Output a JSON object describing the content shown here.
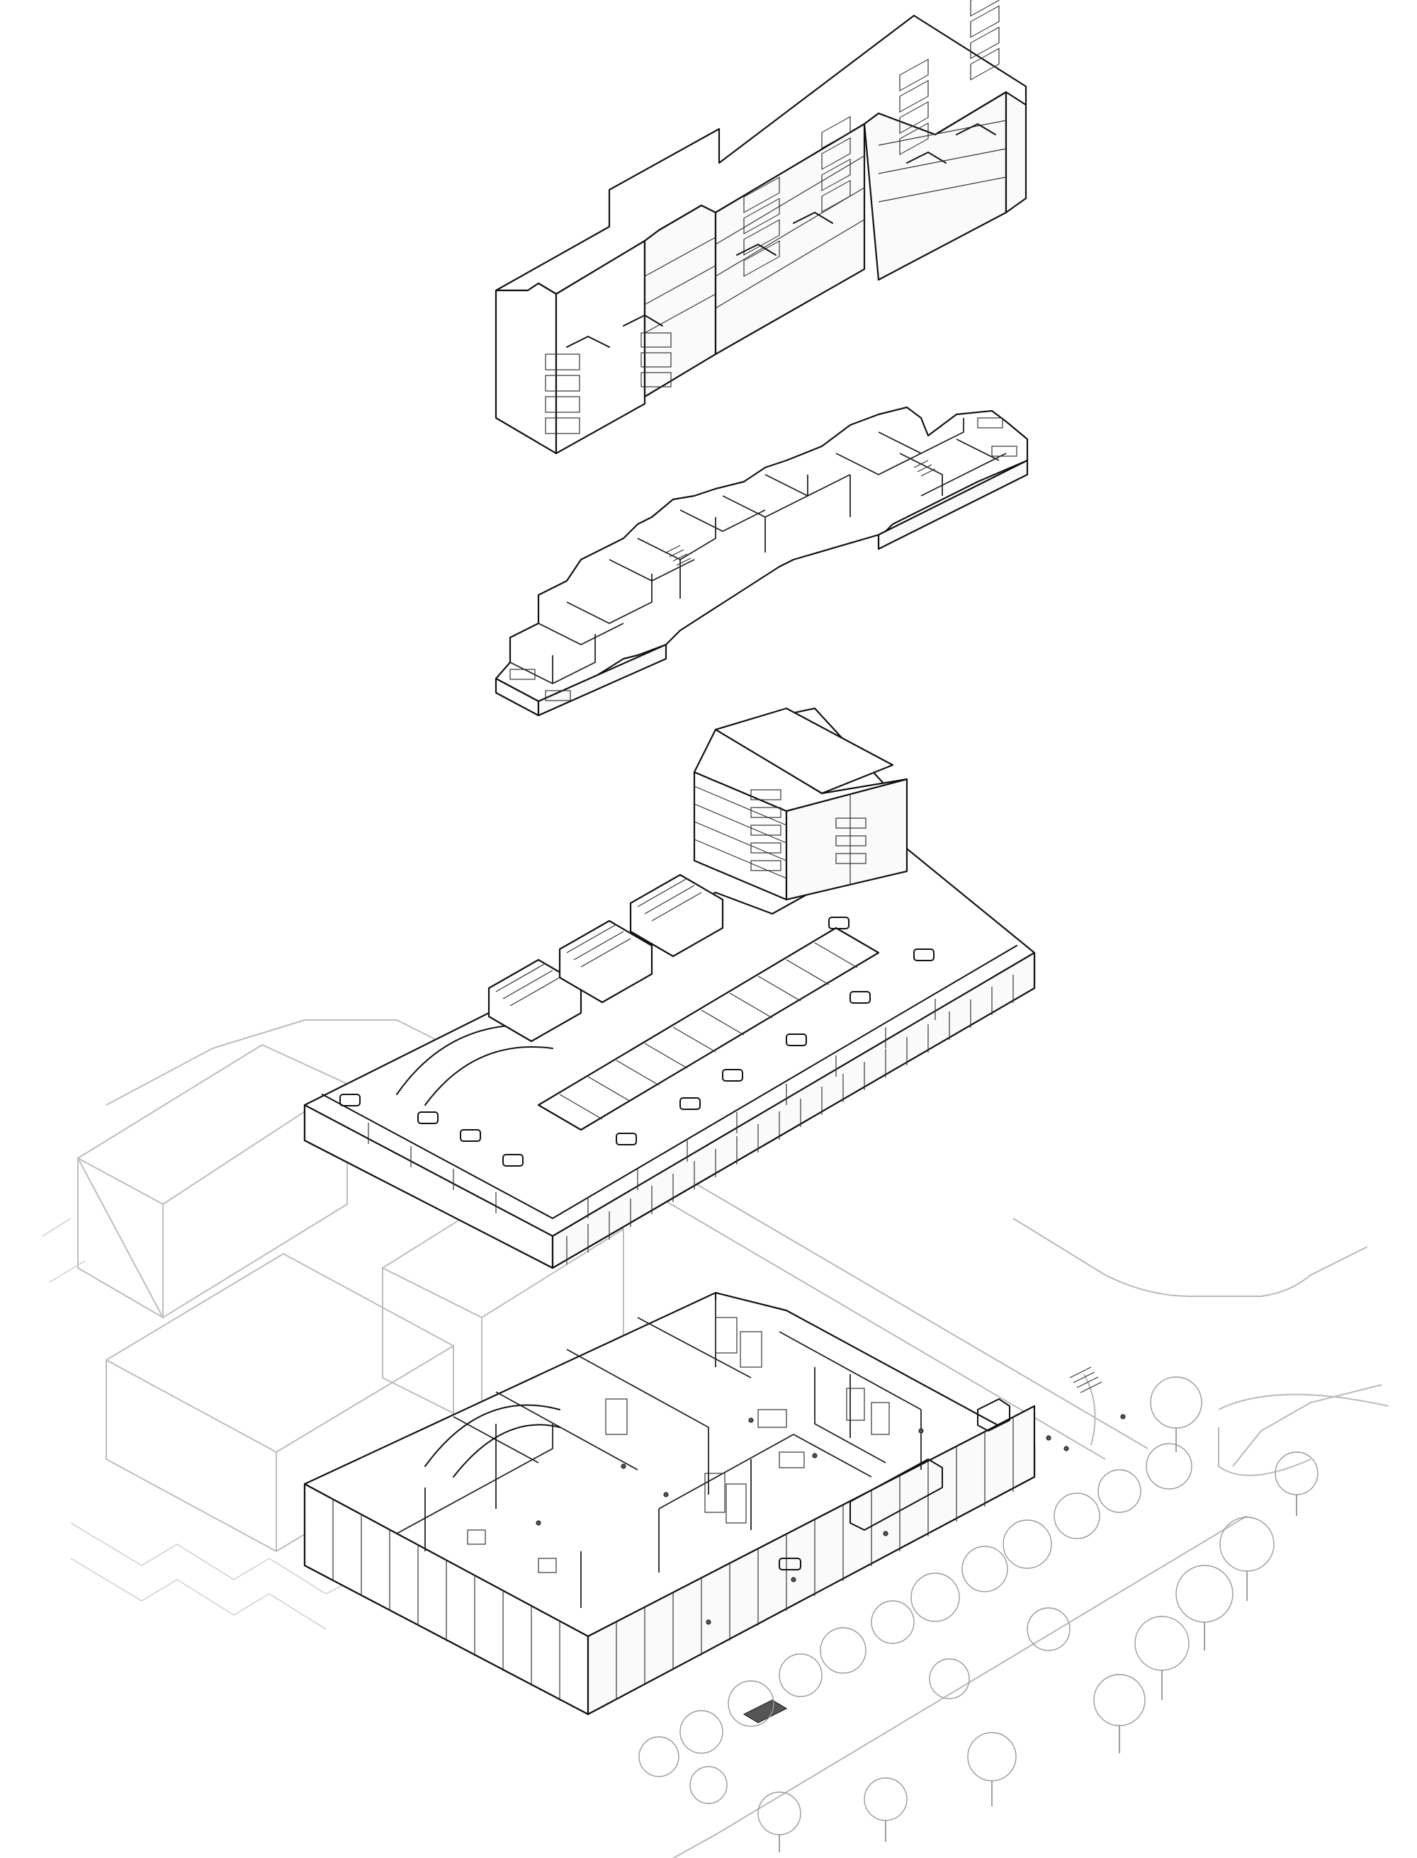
{
  "diagram": {
    "type": "exploded-axonometric",
    "layers": [
      {
        "id": "upper-residential-block"
      },
      {
        "id": "residential-floor-plate"
      },
      {
        "id": "parking-deck-with-tower"
      },
      {
        "id": "ground-floor-workshops"
      }
    ],
    "context": [
      "neighbouring-buildings",
      "street",
      "tree-row"
    ],
    "colors": {
      "line": "#111111",
      "context": "#bdbdbd",
      "trees": "#9a9a9a",
      "background": "#ffffff"
    }
  }
}
